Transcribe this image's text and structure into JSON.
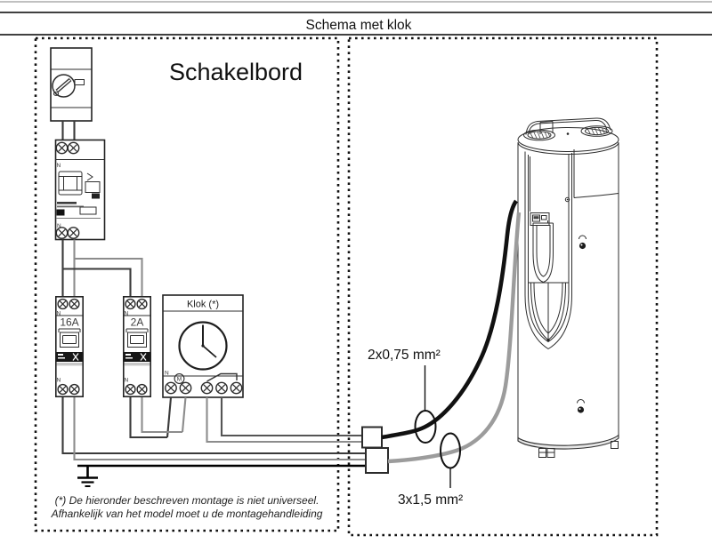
{
  "page": {
    "title": "Schema met klok"
  },
  "switchboard": {
    "title": "Schakelbord",
    "breaker_main": "16A",
    "breaker_clock": "2A",
    "neutral_label": "N",
    "motor_label": "M",
    "clock_title": "Klok (*)",
    "footnote_line1": "(*) De hieronder beschreven montage is niet universeel.",
    "footnote_line2": "Afhankelijk van het model moet u de montagehandleiding"
  },
  "cables": {
    "signal_label": "2x0,75 mm²",
    "power_label": "3x1,5 mm²"
  },
  "colors": {
    "wire_dark": "#3a3a3a",
    "wire_light": "#8c8c8c",
    "cable_black": "#111111",
    "cable_gray": "#9c9c9c",
    "border": "#111111"
  }
}
